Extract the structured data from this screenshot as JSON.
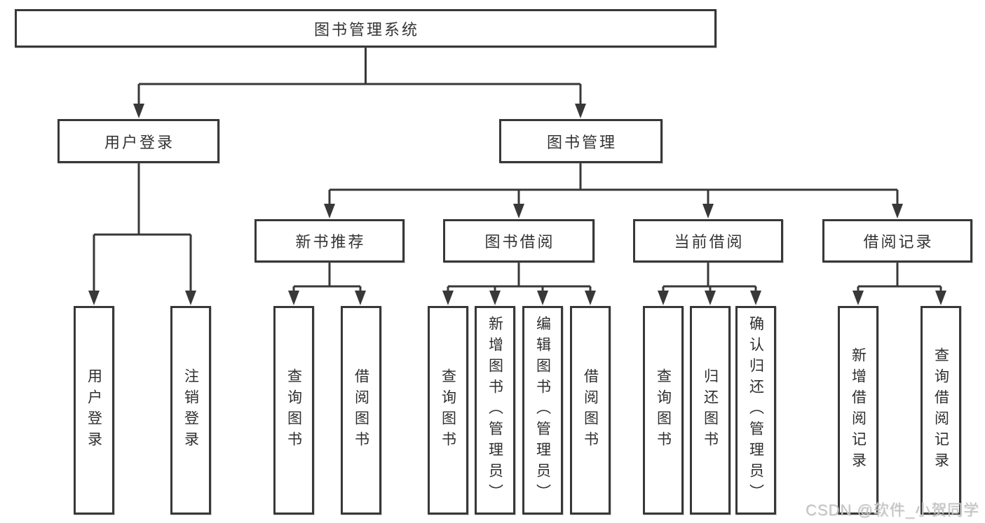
{
  "diagram": {
    "title": "图书管理系统",
    "type": "tree",
    "colors": {
      "line": "#383838",
      "text": "#333333",
      "box_fill": "#ffffff",
      "background": "#ffffff",
      "watermark": "#c4c4c4"
    },
    "tree": {
      "root": {
        "label": "图书管理系统",
        "children": [
          {
            "label": "用户登录",
            "children": [
              {
                "label": "用户登录"
              },
              {
                "label": "注销登录"
              }
            ]
          },
          {
            "label": "图书管理",
            "children": [
              {
                "label": "新书推荐",
                "children": [
                  {
                    "label": "查询图书"
                  },
                  {
                    "label": "借阅图书"
                  }
                ]
              },
              {
                "label": "图书借阅",
                "children": [
                  {
                    "label": "查询图书"
                  },
                  {
                    "label": "新增图书（管理员）"
                  },
                  {
                    "label": "编辑图书（管理员）"
                  },
                  {
                    "label": "借阅图书"
                  }
                ]
              },
              {
                "label": "当前借阅",
                "children": [
                  {
                    "label": "查询图书"
                  },
                  {
                    "label": "归还图书"
                  },
                  {
                    "label": "确认归还（管理员）"
                  }
                ]
              },
              {
                "label": "借阅记录",
                "children": [
                  {
                    "label": "新增借阅记录"
                  },
                  {
                    "label": "查询借阅记录"
                  }
                ]
              }
            ]
          }
        ]
      }
    },
    "watermark": "CSDN @软件_小贺同学"
  }
}
